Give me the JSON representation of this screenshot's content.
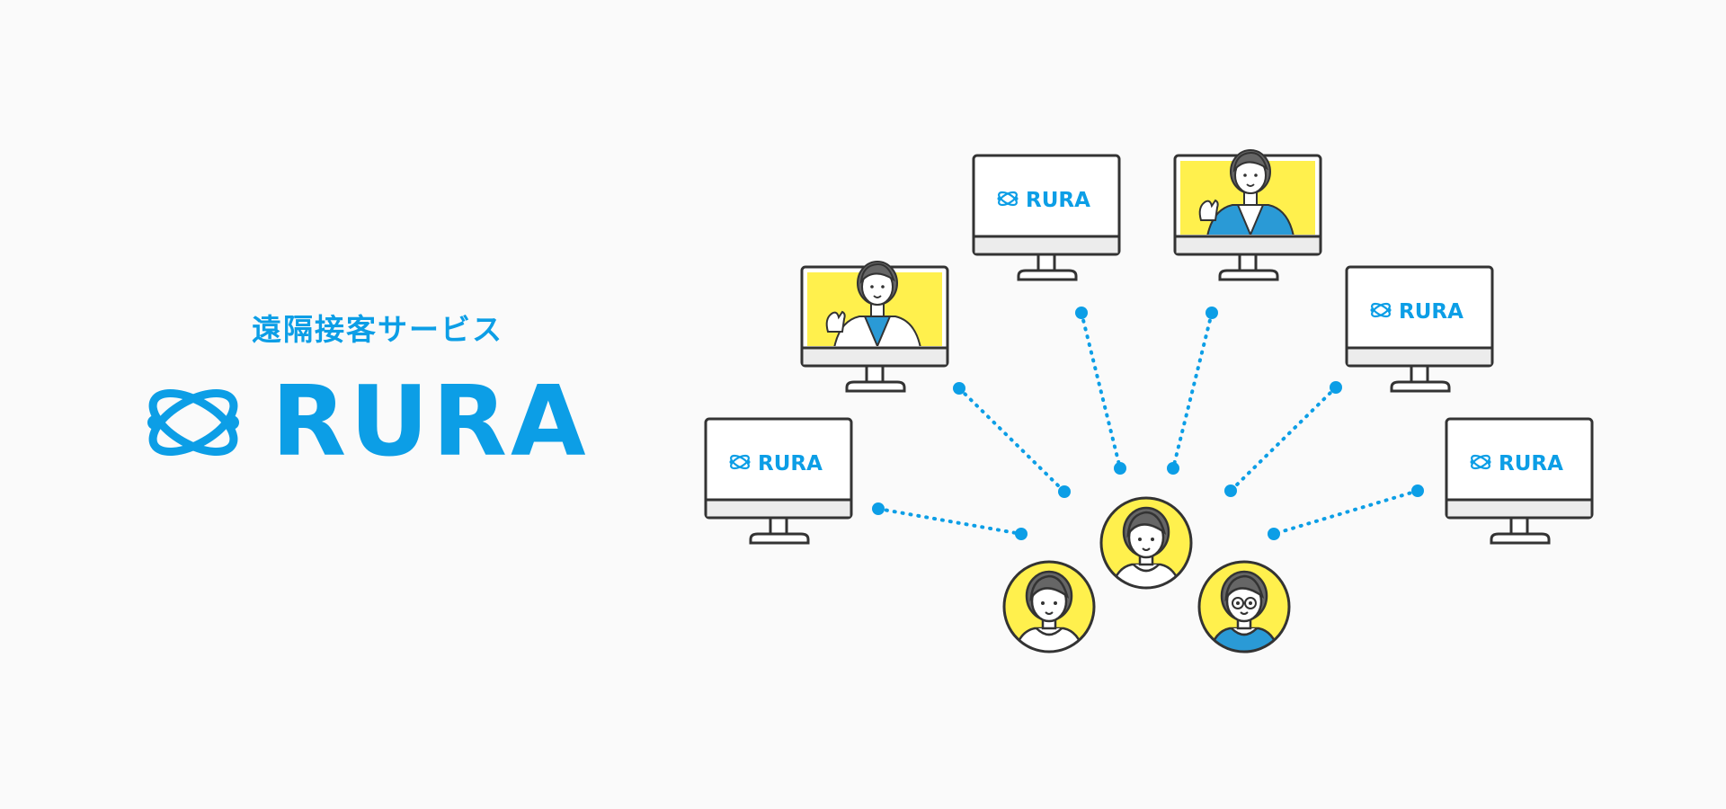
{
  "brand": {
    "tagline": "遠隔接客サービス",
    "logo_text": "RURA"
  },
  "screens": [
    {
      "content": "person-presenter-left",
      "logo": ""
    },
    {
      "content": "logo",
      "logo": "RURA"
    },
    {
      "content": "person-presenter-right",
      "logo": ""
    },
    {
      "content": "logo",
      "logo": "RURA"
    },
    {
      "content": "logo",
      "logo": "RURA"
    },
    {
      "content": "logo",
      "logo": "RURA"
    }
  ],
  "colors": {
    "accent": "#0c9ee6",
    "highlight": "#fff04d",
    "outline": "#333333"
  }
}
